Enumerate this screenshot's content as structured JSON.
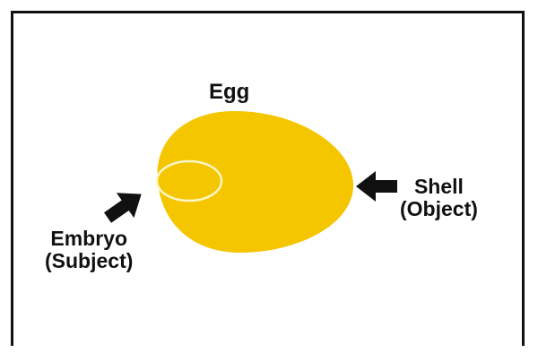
{
  "title": "Egg",
  "embryo": {
    "name": "Embryo",
    "role": "(Subject)"
  },
  "shell": {
    "name": "Shell",
    "role": "(Object)"
  },
  "colors": {
    "egg_fill": "#f5c400",
    "egg_speckle": "#e2ad00",
    "embryo_outline": "#fff6c8",
    "arrow": "#111111",
    "frame": "#111111"
  },
  "icons": {
    "embryo_pointer": "arrow-right-up-icon",
    "shell_pointer": "arrow-left-icon"
  }
}
